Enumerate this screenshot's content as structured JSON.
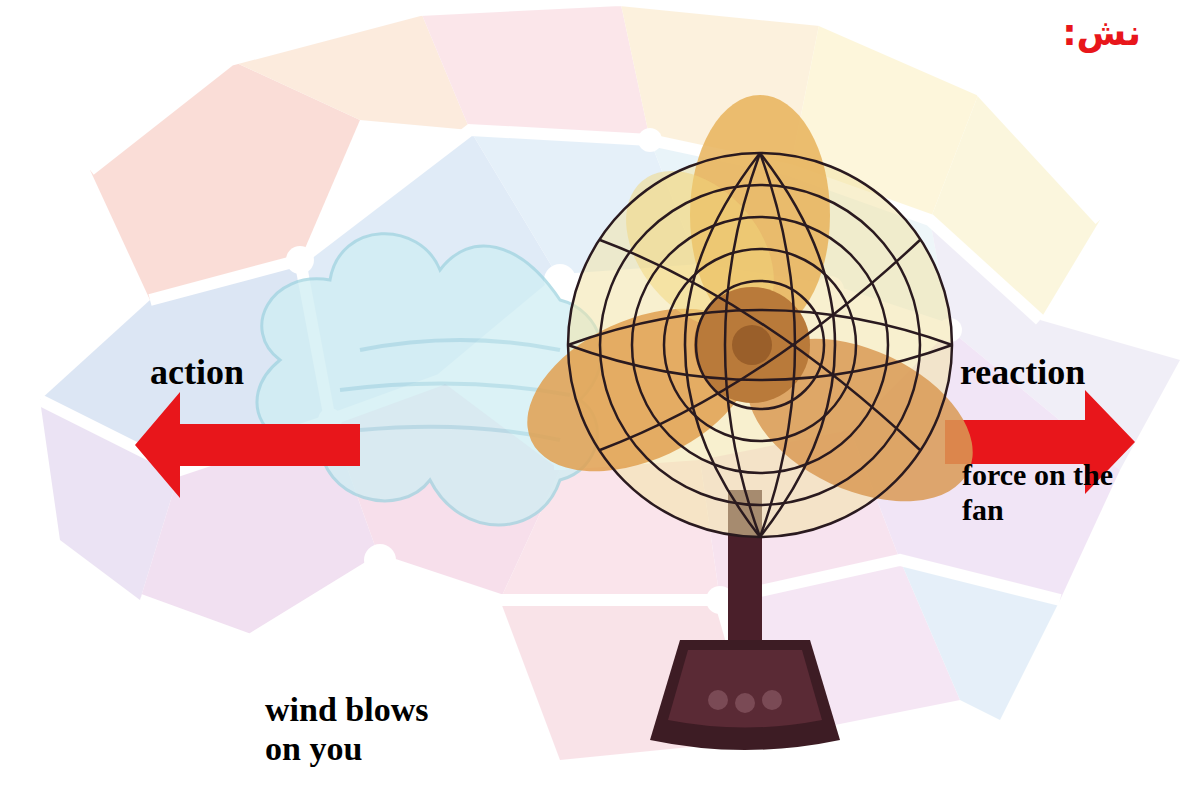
{
  "diagram": {
    "labels": [
      "نش:",
      "action",
      "reaction",
      "force on the fan",
      "wind blows on you"
    ]
  }
}
